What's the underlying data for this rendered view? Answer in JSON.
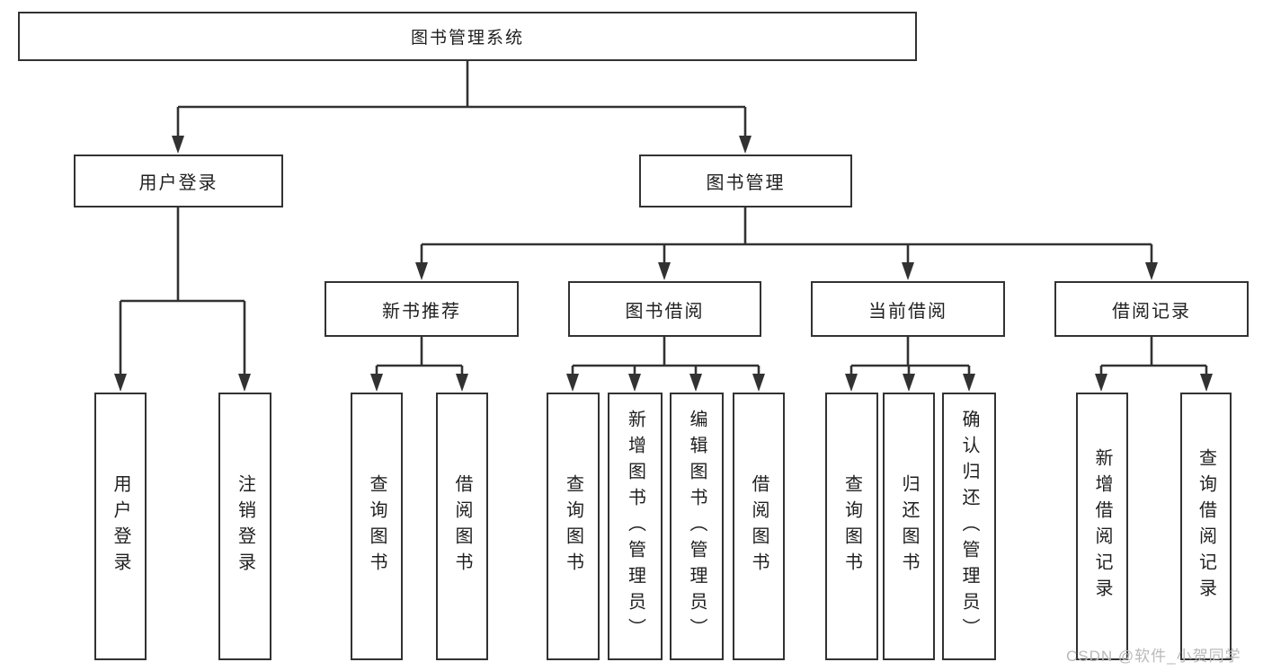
{
  "colors": {
    "line": "#323232",
    "text": "#1f1f1f",
    "watermark": "#b9b9b9",
    "background": "#ffffff"
  },
  "watermark": {
    "text": "CSDN @软件_小贺同学"
  },
  "tree": {
    "label": "图书管理系统",
    "children": [
      {
        "label": "用户登录",
        "children": [
          {
            "label": "用户登录"
          },
          {
            "label": "注销登录"
          }
        ]
      },
      {
        "label": "图书管理",
        "children": [
          {
            "label": "新书推荐",
            "children": [
              {
                "label": "查询图书"
              },
              {
                "label": "借阅图书"
              }
            ]
          },
          {
            "label": "图书借阅",
            "children": [
              {
                "label": "查询图书"
              },
              {
                "label": "新增图书（管理员）"
              },
              {
                "label": "编辑图书（管理员）"
              },
              {
                "label": "借阅图书"
              }
            ]
          },
          {
            "label": "当前借阅",
            "children": [
              {
                "label": "查询图书"
              },
              {
                "label": "归还图书"
              },
              {
                "label": "确认归还（管理员）"
              }
            ]
          },
          {
            "label": "借阅记录",
            "children": [
              {
                "label": "新增借阅记录"
              },
              {
                "label": "查询借阅记录"
              }
            ]
          }
        ]
      }
    ]
  }
}
